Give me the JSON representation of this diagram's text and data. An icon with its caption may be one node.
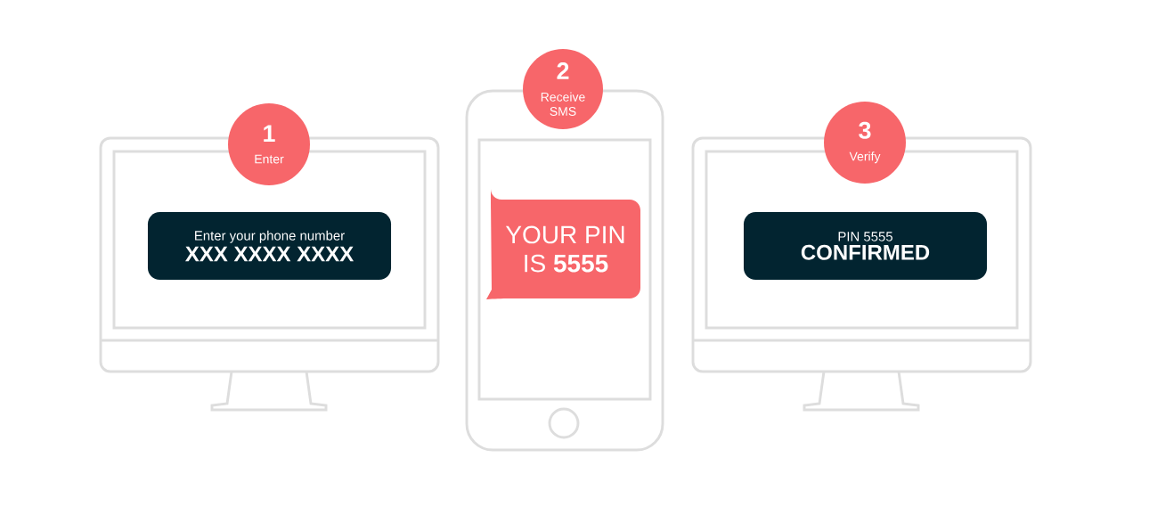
{
  "diagram": {
    "nodes": [
      {
        "text": [
          "1",
          "Enter"
        ]
      },
      {
        "text": [
          "Enter your phone number",
          "XXX XXXX XXXX"
        ]
      },
      {
        "text": [
          "2",
          "Receive SMS"
        ]
      },
      {
        "text": [
          "YOUR PIN IS **5555**"
        ]
      },
      {
        "text": [
          "3",
          "Verify"
        ]
      },
      {
        "text": [
          "PIN 5555",
          "CONFIRMED"
        ]
      }
    ]
  }
}
